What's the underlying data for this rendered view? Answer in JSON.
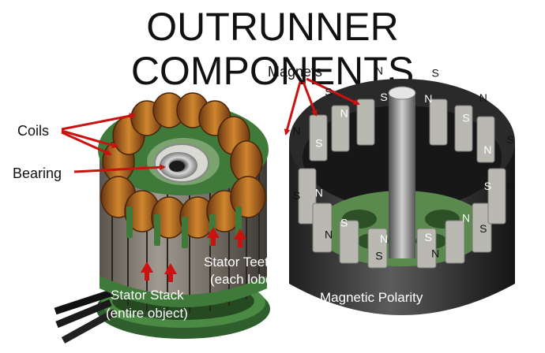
{
  "title": "OUTRUNNER COMPONENTS",
  "labels": {
    "coils": "Coils",
    "bearing": "Bearing",
    "magnets": "Magnets",
    "stator_teeth_1": "Stator Teeth",
    "stator_teeth_2": "(each lobe)",
    "stator_stack_1": "Stator Stack",
    "stator_stack_2": "(entire object)",
    "magnetic_polarity": "Magnetic Polarity"
  },
  "poles": {
    "outer_ring": [
      "N",
      "S",
      "N",
      "S",
      "N",
      "S",
      "N",
      "S",
      "N",
      "S",
      "N",
      "S"
    ],
    "inner_ring": [
      "S",
      "N",
      "S",
      "N",
      "S",
      "N",
      "S",
      "N",
      "S",
      "N",
      "S",
      "N"
    ]
  },
  "colors": {
    "arrow": "#cc1111",
    "copper": "#b5651d",
    "stator_green": "#3f7a3a",
    "rotor_dark": "#3a3a3a",
    "magnet_grey": "#b9b9b2"
  }
}
